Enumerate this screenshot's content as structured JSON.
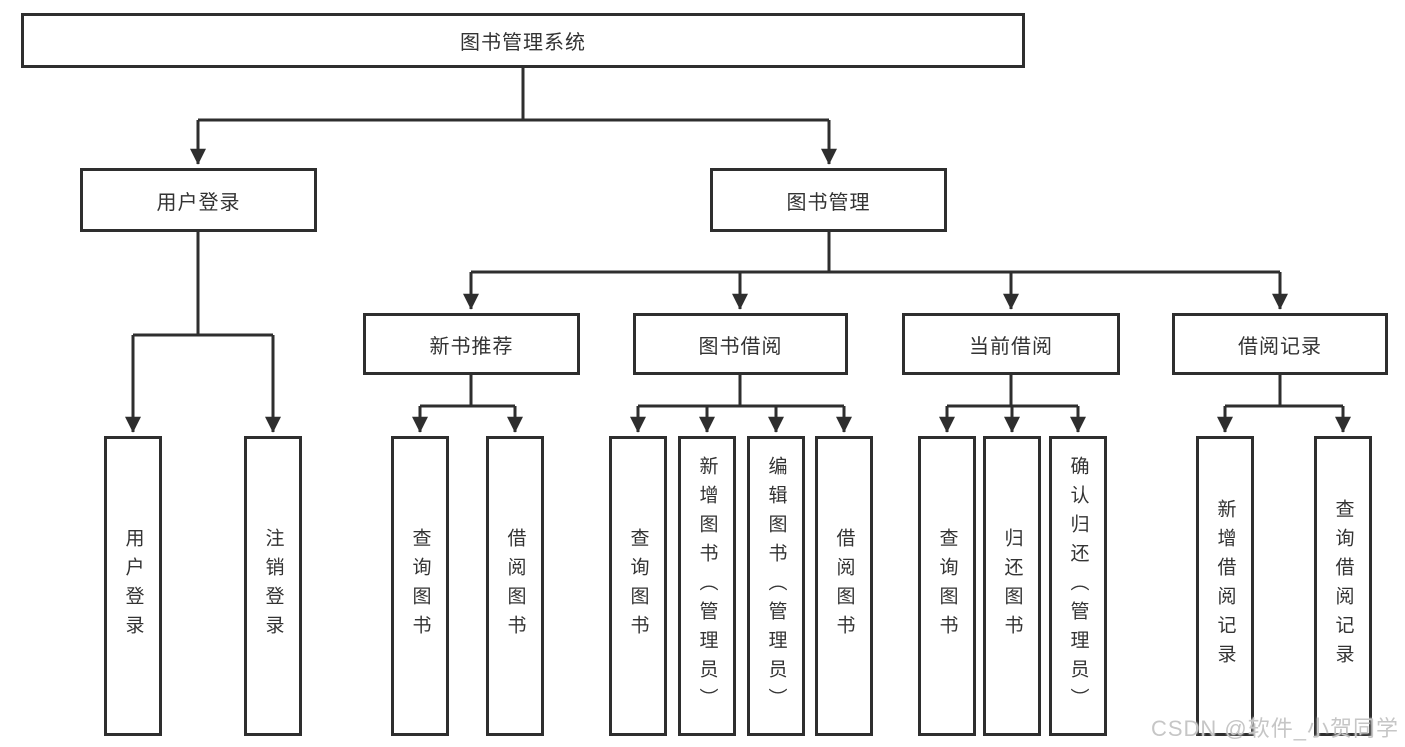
{
  "diagram": {
    "title": "图书管理系统",
    "branches": [
      {
        "label": "用户登录",
        "children": [
          {
            "label": "用户登录"
          },
          {
            "label": "注销登录"
          }
        ]
      },
      {
        "label": "图书管理",
        "children": [
          {
            "label": "新书推荐",
            "children": [
              {
                "label": "查询图书"
              },
              {
                "label": "借阅图书"
              }
            ]
          },
          {
            "label": "图书借阅",
            "children": [
              {
                "label": "查询图书"
              },
              {
                "label": "新增图书（管理员）"
              },
              {
                "label": "编辑图书（管理员）"
              },
              {
                "label": "借阅图书"
              }
            ]
          },
          {
            "label": "当前借阅",
            "children": [
              {
                "label": "查询图书"
              },
              {
                "label": "归还图书"
              },
              {
                "label": "确认归还（管理员）"
              }
            ]
          },
          {
            "label": "借阅记录",
            "children": [
              {
                "label": "新增借阅记录"
              },
              {
                "label": "查询借阅记录"
              }
            ]
          }
        ]
      }
    ]
  },
  "watermark": "CSDN @软件_小贺同学",
  "colors": {
    "line": "#2e2e2e",
    "text": "#333333",
    "watermark": "#c6c6c6",
    "background": "#ffffff"
  }
}
